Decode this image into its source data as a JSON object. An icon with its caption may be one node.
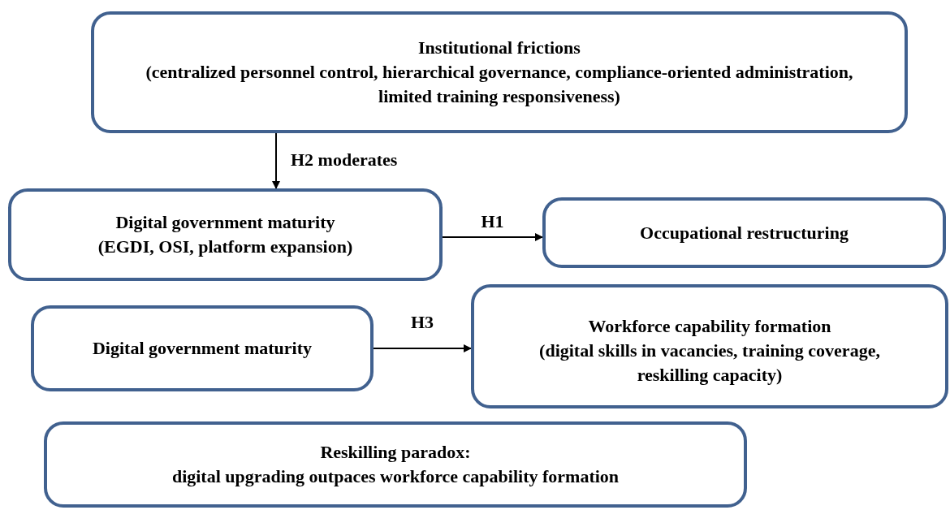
{
  "diagram": {
    "nodes": [
      {
        "text": [
          "Institutional frictions",
          "(centralized personnel control, hierarchical governance, compliance-oriented administration, limited training responsiveness)"
        ]
      },
      {
        "text": [
          "Digital government maturity",
          "(EGDI, OSI, platform expansion)"
        ]
      },
      {
        "text": [
          "Occupational restructuring"
        ]
      },
      {
        "text": [
          "Digital government maturity"
        ]
      },
      {
        "text": [
          "Workforce capability formation",
          "(digital skills in vacancies, training coverage, reskilling capacity)"
        ]
      },
      {
        "text": [
          "Reskilling paradox:",
          "digital upgrading outpaces workforce capability formation"
        ]
      }
    ],
    "edges": [
      {
        "from": 0,
        "to": 1,
        "arrow": "to",
        "label": "H2 moderates"
      },
      {
        "from": 1,
        "to": 2,
        "arrow": "to",
        "label": "H1"
      },
      {
        "from": 3,
        "to": 4,
        "arrow": "to",
        "label": "H3"
      }
    ]
  }
}
